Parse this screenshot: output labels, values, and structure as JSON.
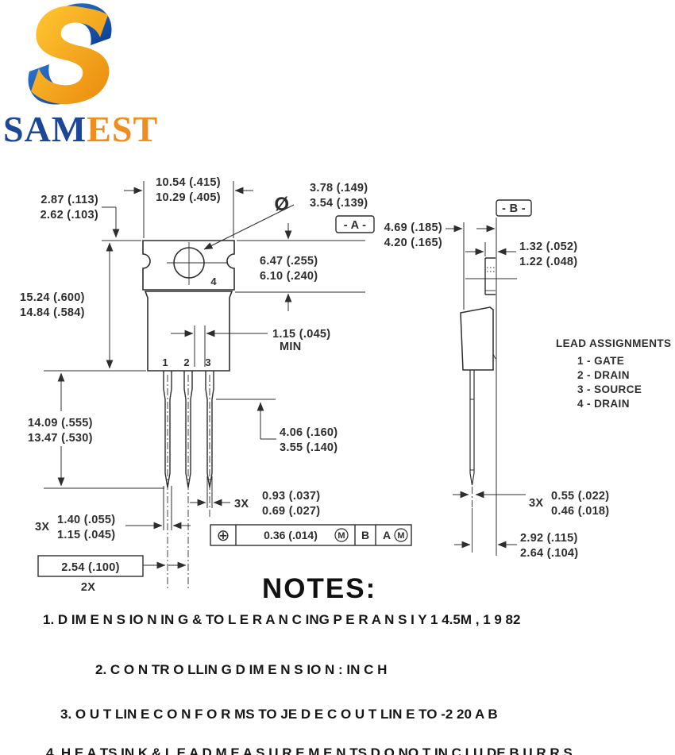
{
  "logo": {
    "brand_sam": "SAM",
    "brand_est": "EST",
    "colors": {
      "blue": "#1d4699",
      "orange": "#ef8d1e",
      "blue_grad_start": "#2f74cc",
      "blue_grad_end": "#0b3f91",
      "orange_grad_start": "#ffc933",
      "orange_grad_end": "#ea8a0e"
    }
  },
  "front_view": {
    "datum_a": "- A -",
    "pin_labels": [
      "1",
      "2",
      "3"
    ],
    "tab_pin_label": "4",
    "dims": {
      "tab_width": [
        "10.54 (.415)",
        "10.29 (.405)"
      ],
      "hole_offset": [
        "2.87 (.113)",
        "2.62 (.103)"
      ],
      "hole_dia_symbol": "Ø",
      "hole_dia": [
        "3.78 (.149)",
        "3.54 (.139)"
      ],
      "tab_height": [
        "6.47 (.255)",
        "6.10 (.240)"
      ],
      "overall_height": [
        "15.24 (.600)",
        "14.84 (.584)"
      ],
      "lead_gap": [
        "1.15 (.045)",
        "MIN"
      ],
      "lead_length": [
        "14.09 (.555)",
        "13.47 (.530)"
      ],
      "shoulder_length": [
        "4.06 (.160)",
        "3.55 (.140)"
      ],
      "lead_width_narrow_qty": "3X",
      "lead_width_narrow": [
        "0.93 (.037)",
        "0.69 (.027)"
      ],
      "lead_width_wide_qty": "3X",
      "lead_width_wide": [
        "1.40 (.055)",
        "1.15 (.045)"
      ],
      "pitch": "2.54 (.100)",
      "pitch_qty": "2X"
    },
    "fcf": {
      "position_symbol": "⊕",
      "tolerance": "0.36  (.014)",
      "mod1": "M",
      "datum1": "B",
      "datum2": "A",
      "mod2": "M"
    }
  },
  "side_view": {
    "datum_b": "- B -",
    "dims": {
      "body_thickness": [
        "4.69 (.185)",
        "4.20 (.165)"
      ],
      "tab_thickness": [
        "1.32 (.052)",
        "1.22 (.048)"
      ],
      "lead_thickness_qty": "3X",
      "lead_thickness": [
        "0.55 (.022)",
        "0.46 (.018)"
      ],
      "lead_offset": [
        "2.92 (.115)",
        "2.64 (.104)"
      ]
    }
  },
  "lead_assignments": {
    "title": "LEAD ASSIGNMENTS",
    "items": [
      "1 - GATE",
      "2 - DRAIN",
      "3 - SOURCE",
      "4 - DRAIN"
    ]
  },
  "notes": {
    "title": "NOTES:",
    "items": [
      "1. D IM E N S IO N IN G & TO L E R A N C ING P E R A N S I Y 1 4.5M , 1 9 82",
      "2. C O N TR O LLIN G D IM E N S IO N : IN C H",
      "3. O U T LIN E C O N F O R MS TO JE D E C O U T LIN E TO -2 20 A B",
      "4. H E A TS IN K & L E A D M E A S U R E M E N TS D O NO T IN C LU DE B U R R S"
    ]
  }
}
